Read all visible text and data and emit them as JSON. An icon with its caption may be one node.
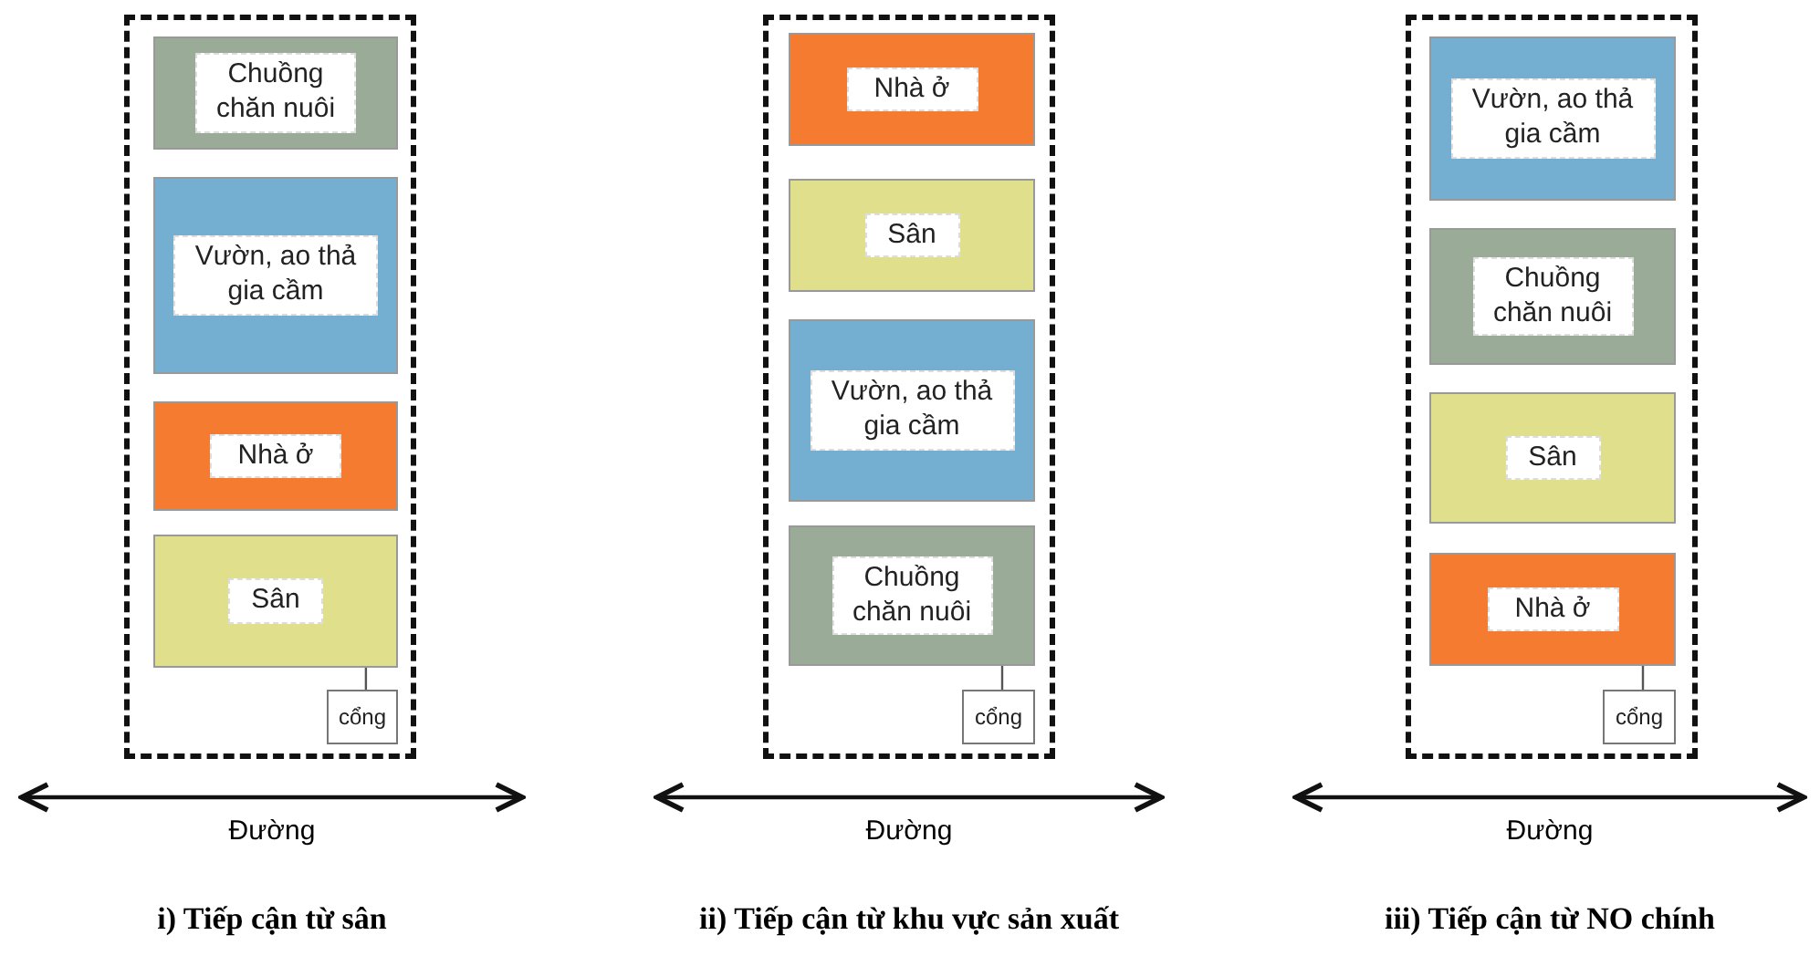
{
  "diagram": {
    "nodes": [
      {
        "text": [],
        "shape": "box"
      },
      {
        "text": [
          "Chuồng chăn nuôi"
        ],
        "in": 0
      },
      {
        "text": [
          "Vườn, ao thả gia cầm"
        ],
        "in": 0
      },
      {
        "text": [
          "Nhà ở"
        ],
        "in": 0
      },
      {
        "text": [
          "Sân"
        ],
        "in": 0
      },
      {
        "text": [
          "cổng"
        ],
        "in": 0
      },
      {
        "text": [],
        "shape": "box"
      },
      {
        "text": [
          "Nhà ở"
        ],
        "in": 6
      },
      {
        "text": [
          "Sân"
        ],
        "in": 6
      },
      {
        "text": [
          "Vườn, ao thả gia cầm"
        ],
        "in": 6
      },
      {
        "text": [
          "Chuồng chăn nuôi"
        ],
        "in": 6
      },
      {
        "text": [
          "cổng"
        ],
        "in": 6
      },
      {
        "text": [],
        "shape": "box"
      },
      {
        "text": [
          "Vườn, ao thả gia cầm"
        ],
        "in": 12
      },
      {
        "text": [
          "Chuồng chăn nuôi"
        ],
        "in": 12
      },
      {
        "text": [
          "Sân"
        ],
        "in": 12
      },
      {
        "text": [
          "Nhà ở"
        ],
        "in": 12
      },
      {
        "text": [
          "cổng"
        ],
        "in": 12
      }
    ],
    "edges": [
      {
        "from": 4,
        "to": 5,
        "arrow": "none"
      },
      {
        "from": 10,
        "to": 11,
        "arrow": "none"
      },
      {
        "from": 16,
        "to": 17,
        "arrow": "none"
      }
    ],
    "labels": [
      "Đường",
      "Đường",
      "Đường",
      "i) Tiếp cận từ sân",
      "ii) Tiếp cận từ khu vực sản xuất",
      "iii) Tiếp cận từ NO chính"
    ]
  }
}
